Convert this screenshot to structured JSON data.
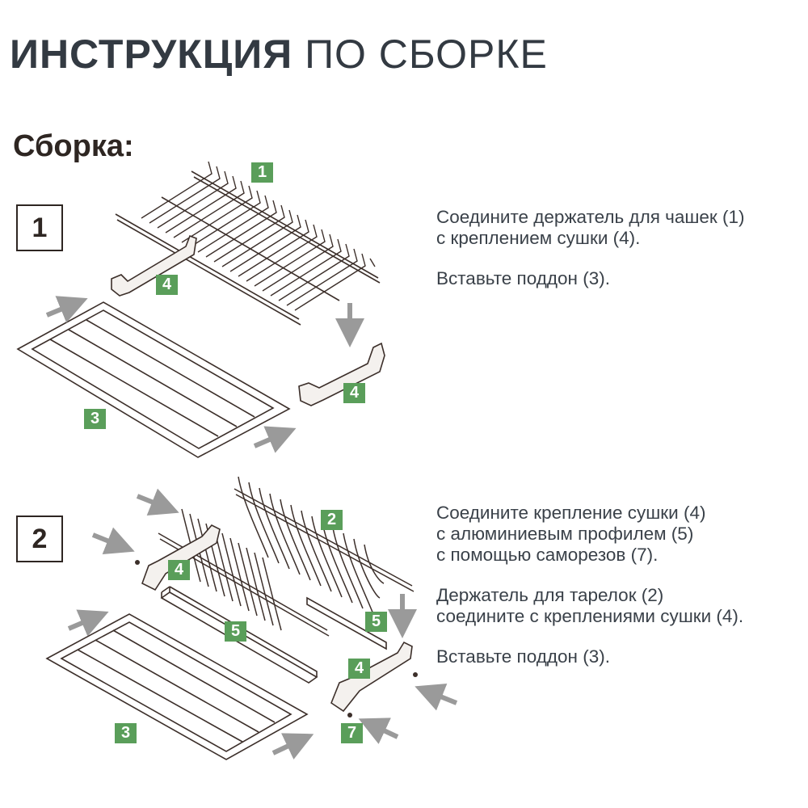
{
  "header": {
    "title_bold": "ИНСТРУКЦИЯ",
    "title_rest": "ПО СБОРКЕ"
  },
  "section": {
    "title": "Сборка:"
  },
  "colors": {
    "badge": "#5a9e5a",
    "arrow": "#9a9a9a",
    "line": "#3c2f2a",
    "text": "#3a4149"
  },
  "steps": [
    {
      "number": "1",
      "lines": [
        "Соедините держатель для чашек (1)",
        "с креплением сушки (4).",
        "",
        "Вставьте поддон (3)."
      ],
      "labels": [
        "1",
        "4",
        "4",
        "3"
      ]
    },
    {
      "number": "2",
      "lines": [
        "Соедините крепление сушки (4)",
        "с алюминиевым профилем (5)",
        "с помощью саморезов (7).",
        "",
        "Держатель для тарелок (2)",
        "соедините с креплениями сушки (4).",
        "",
        "Вставьте поддон (3)."
      ],
      "labels": [
        "2",
        "4",
        "5",
        "5",
        "4",
        "7",
        "3"
      ]
    }
  ]
}
